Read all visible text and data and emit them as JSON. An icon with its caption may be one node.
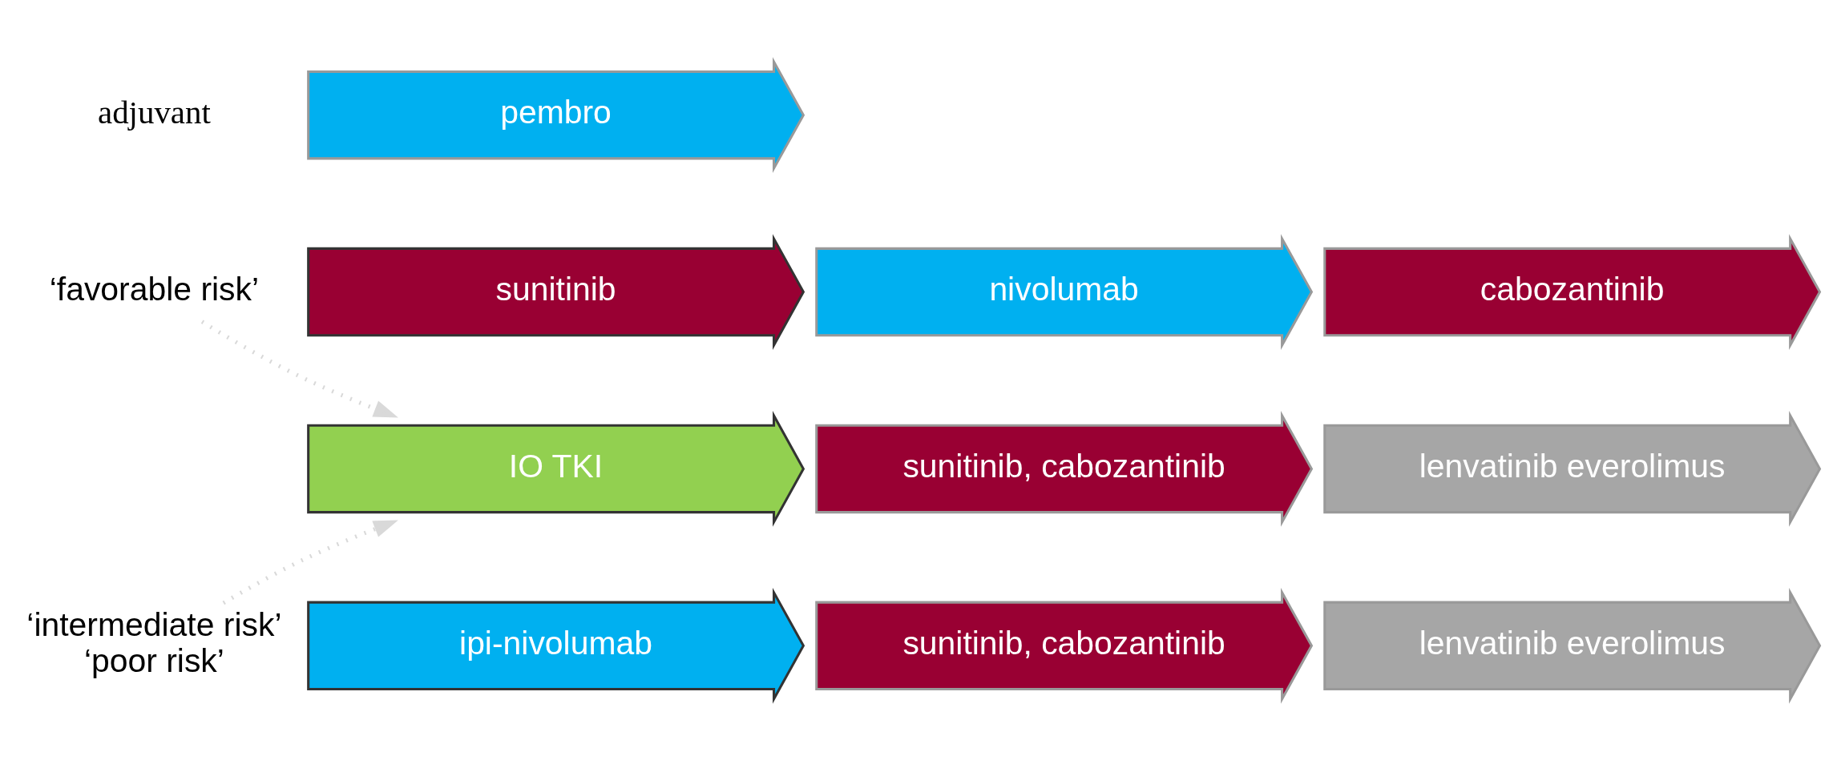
{
  "diagram": {
    "nodes": [
      {
        "text": [
          "pembro"
        ]
      },
      {
        "text": [
          "‘favorable risk’"
        ]
      },
      {
        "text": [
          "sunitinib"
        ]
      },
      {
        "text": [
          "nivolumab"
        ]
      },
      {
        "text": [
          "cabozantinib"
        ]
      },
      {
        "text": [
          "IO TKI"
        ]
      },
      {
        "text": [
          "sunitinib, cabozantinib"
        ]
      },
      {
        "text": [
          "lenvatinib everolimus"
        ]
      },
      {
        "text": [
          "‘intermediate risk’ ‘poor risk’"
        ]
      },
      {
        "text": [
          "ipi-nivolumab"
        ]
      },
      {
        "text": [
          "sunitinib, cabozantinib"
        ]
      },
      {
        "text": [
          "lenvatinib everolimus"
        ]
      }
    ],
    "edges": [
      {
        "from": 1,
        "to": 5,
        "arrow": "to",
        "style": "dashed",
        "color": "#d9d9d9"
      },
      {
        "from": 8,
        "to": 5,
        "arrow": "to",
        "style": "dashed",
        "color": "#d9d9d9"
      }
    ],
    "labels": [
      "adjuvant"
    ]
  }
}
